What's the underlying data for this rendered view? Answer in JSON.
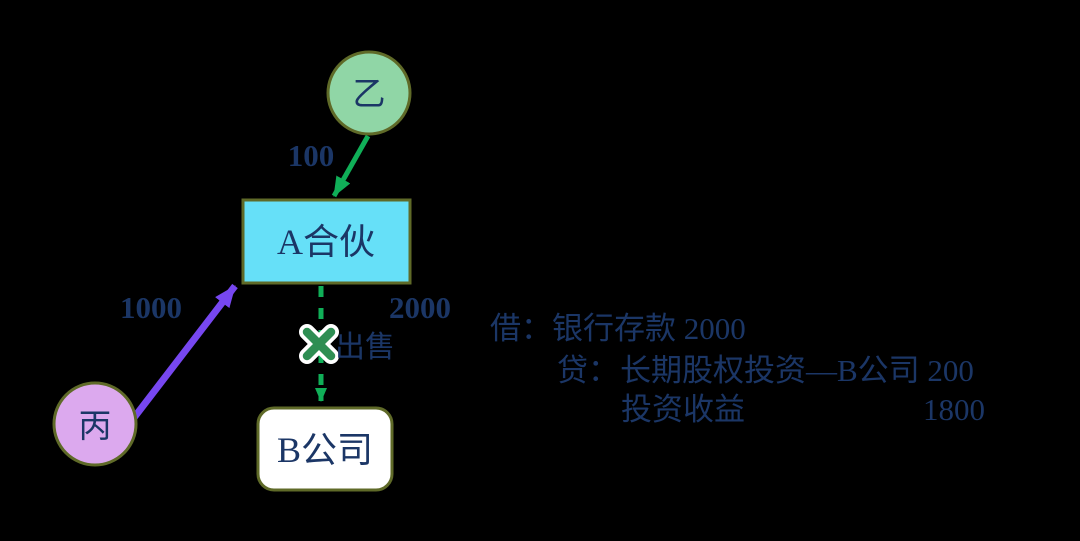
{
  "nodes": {
    "yi": {
      "label": "乙"
    },
    "a": {
      "label": "A合伙"
    },
    "bing": {
      "label": "丙"
    },
    "b": {
      "label": "B公司"
    }
  },
  "edges": {
    "yi_to_a": {
      "label": "100"
    },
    "bing_to_a": {
      "label": "1000"
    },
    "a_to_b": {
      "label": "2000",
      "action": "出售"
    }
  },
  "journal": {
    "line1_prefix": "借：",
    "line1_text": "银行存款 2000",
    "line2_prefix": "贷：",
    "line2_text": "长期股权投资—B公司 200",
    "line3_text": "投资收益",
    "line3_amount": "1800"
  },
  "colors": {
    "background": "#000000",
    "navy": "#1B3666",
    "green": "#10AF58",
    "x_green": "#2E8E53",
    "purple": "#7747F0",
    "mint": "#90D6A6",
    "cyan": "#66E0F8",
    "lavender": "#DCA9EE",
    "white_node": "#FFFFFF",
    "border_olive": "#5F6A28"
  }
}
